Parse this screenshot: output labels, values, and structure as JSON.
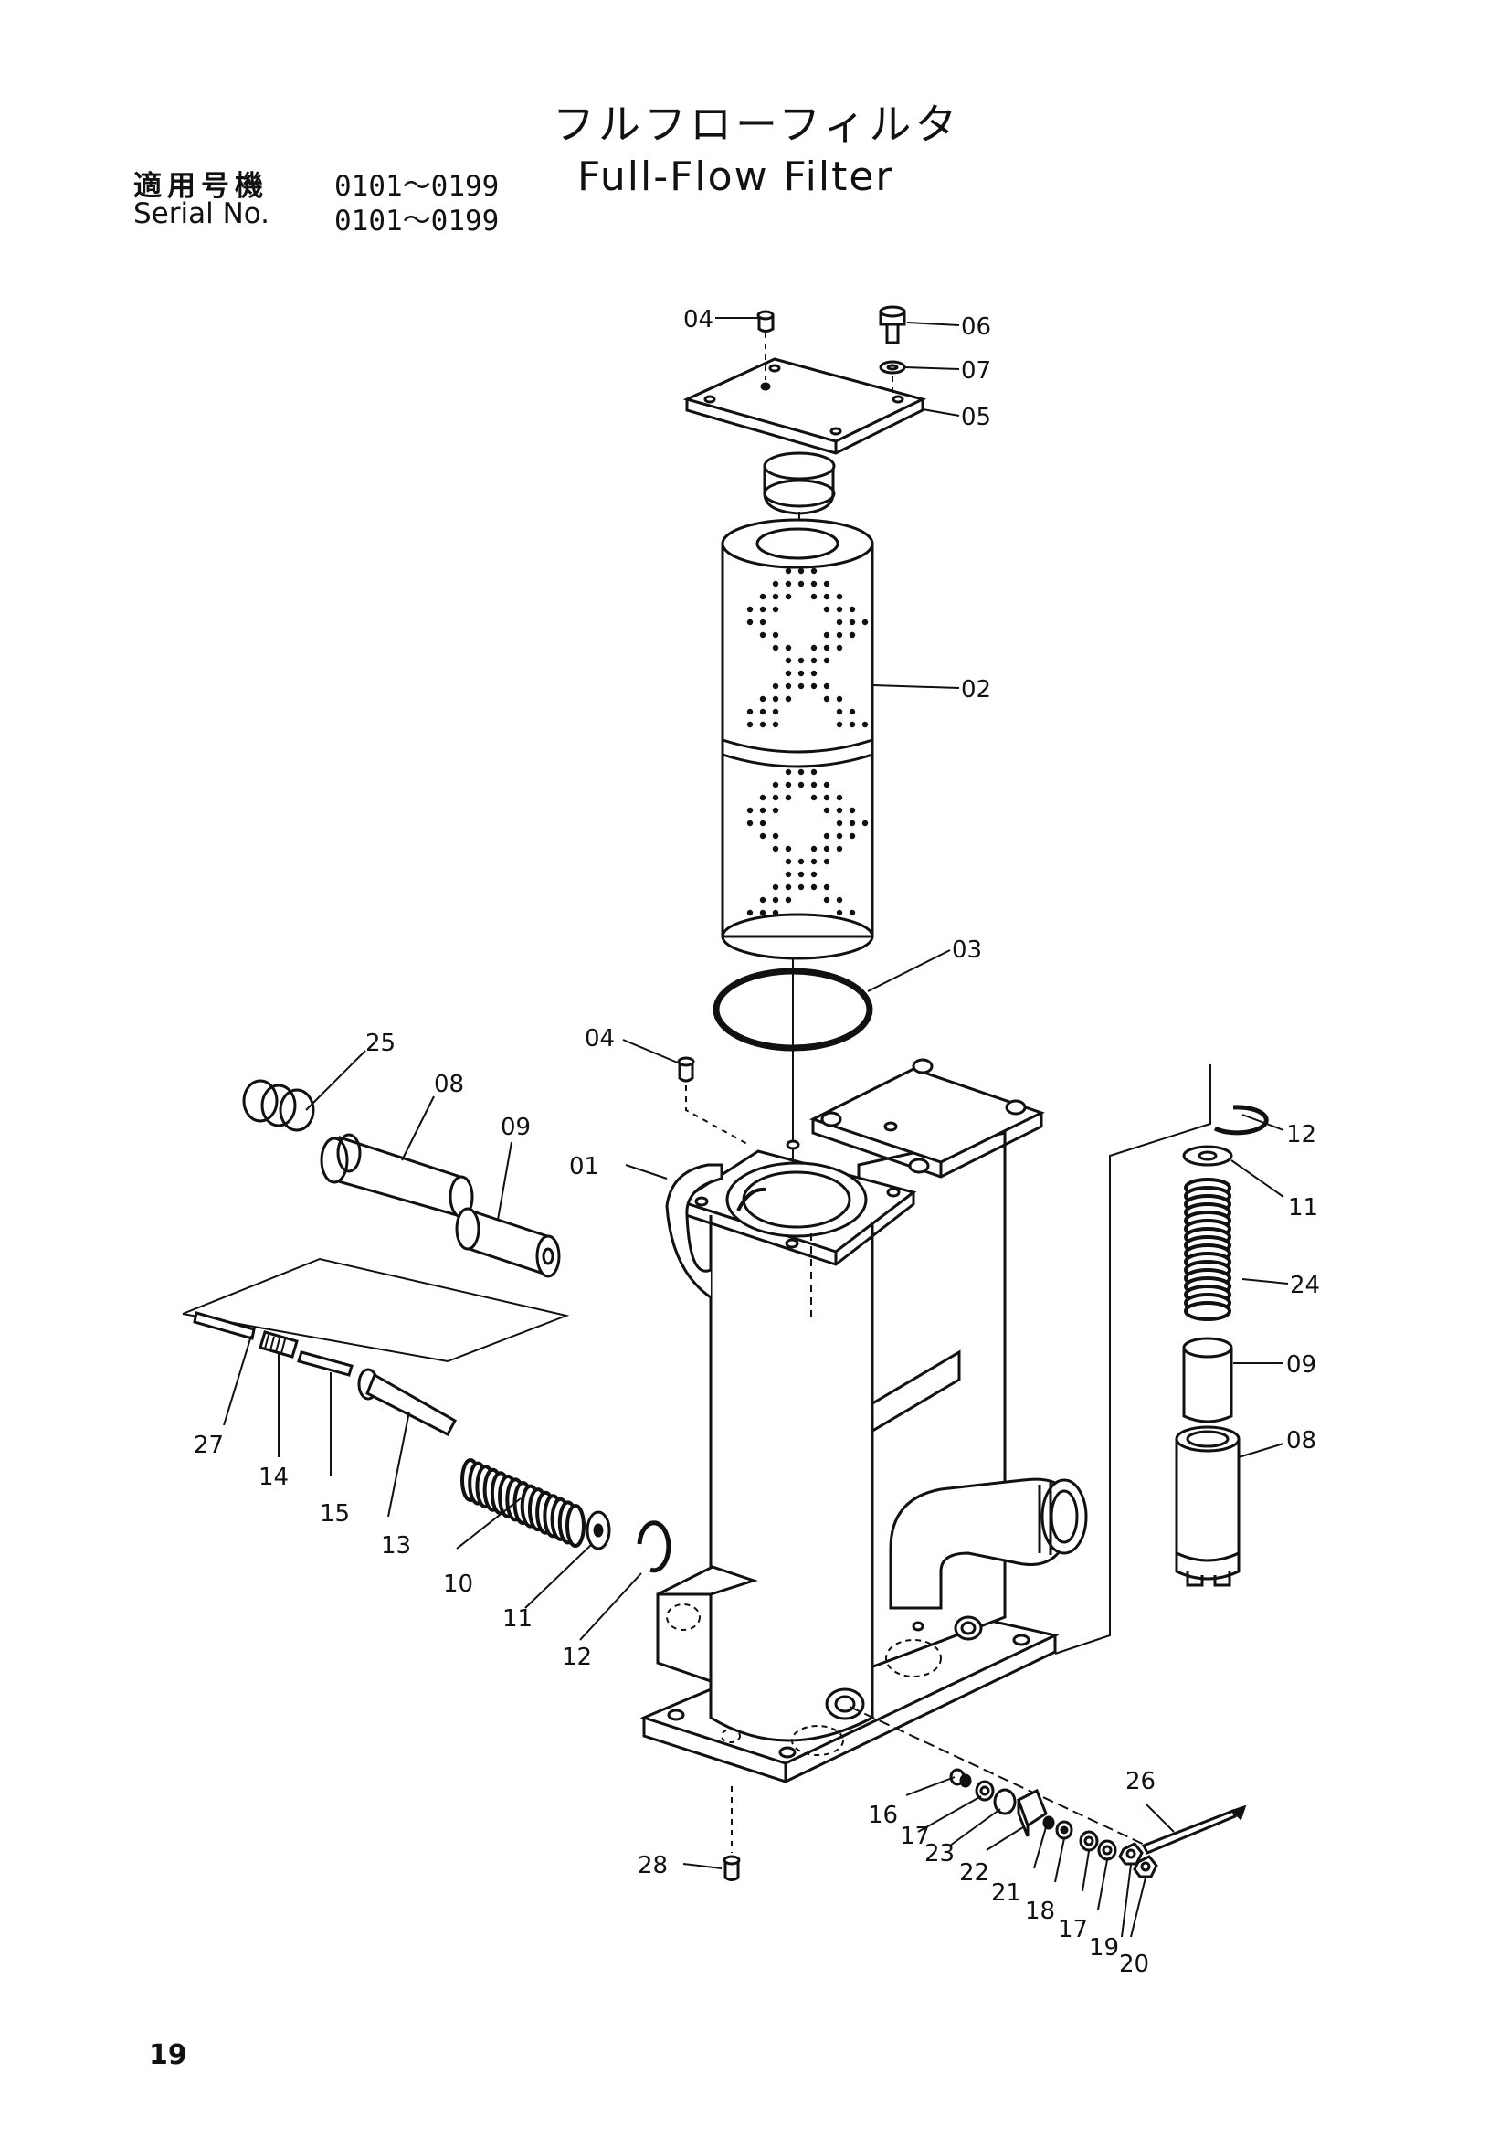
{
  "header": {
    "title_jp": "フルフローフィルタ",
    "title_en": "Full-Flow Filter",
    "serial_jp_label": "適用号機",
    "serial_jp_range": "0101～0199",
    "serial_en_label": "Serial No.",
    "serial_en_range": "0101～0199"
  },
  "callouts": {
    "c01": "01",
    "c02": "02",
    "c03": "03",
    "c04a": "04",
    "c04b": "04",
    "c05": "05",
    "c06": "06",
    "c07": "07",
    "c08a": "08",
    "c08b": "08",
    "c09a": "09",
    "c09b": "09",
    "c10": "10",
    "c11a": "11",
    "c11b": "11",
    "c12a": "12",
    "c12b": "12",
    "c13": "13",
    "c14": "14",
    "c15": "15",
    "c16": "16",
    "c17a": "17",
    "c17b": "17",
    "c18": "18",
    "c19": "19",
    "c20": "20",
    "c21": "21",
    "c22": "22",
    "c23": "23",
    "c24": "24",
    "c25": "25",
    "c26": "26",
    "c27": "27",
    "c28": "28"
  },
  "footer": {
    "page_number": "19"
  }
}
